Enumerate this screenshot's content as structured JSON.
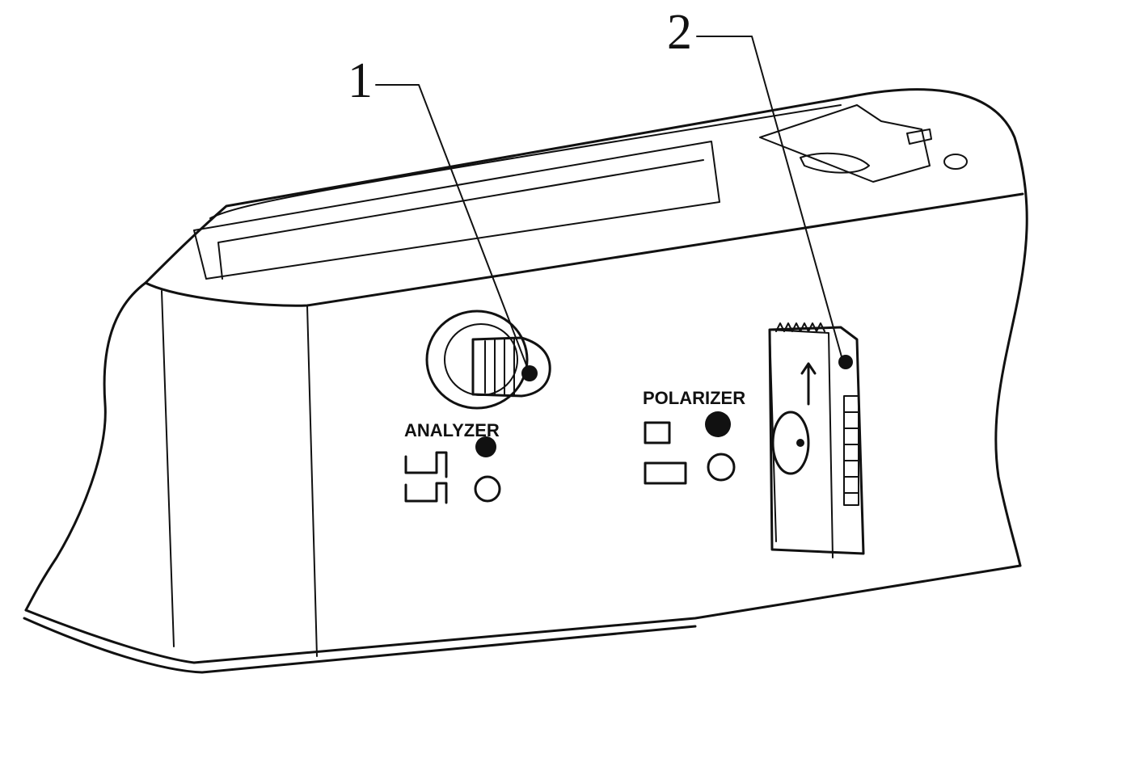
{
  "callouts": [
    {
      "number": "1",
      "part": "analyzer-knob"
    },
    {
      "number": "2",
      "part": "polarizer-slider"
    }
  ],
  "labels": {
    "analyzer": "ANALYZER",
    "polarizer": "POLARIZER"
  },
  "colors": {
    "line": "#111111",
    "background": "#ffffff"
  }
}
